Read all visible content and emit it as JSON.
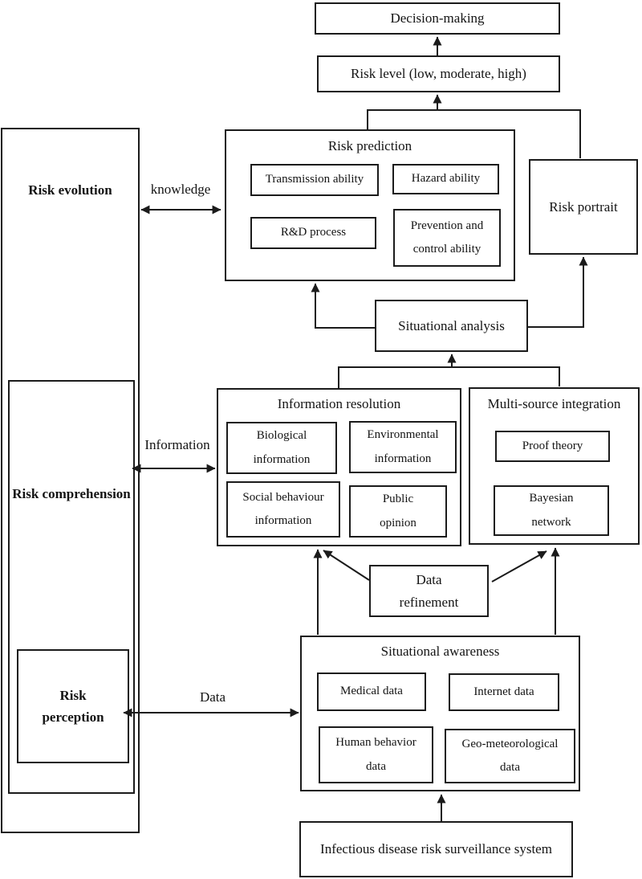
{
  "boxes": {
    "decision_making": "Decision-making",
    "risk_level": "Risk level (low, moderate, high)",
    "risk_prediction": {
      "title": "Risk prediction",
      "transmission_ability": "Transmission ability",
      "hazard_ability": "Hazard ability",
      "rd_process": "R&D process",
      "prevention_control": "Prevention and control ability"
    },
    "risk_portrait": "Risk portrait",
    "situational_analysis": "Situational analysis",
    "information_resolution": {
      "title": "Information resolution",
      "biological": "Biological information",
      "environmental": "Environmental information",
      "social_behaviour": "Social behaviour information",
      "public_opinion": "Public opinion"
    },
    "multi_source_integration": {
      "title": "Multi-source integration",
      "proof_theory": "Proof theory",
      "bayesian_network": "Bayesian network"
    },
    "data_refinement": "Data refinement",
    "situational_awareness": {
      "title": "Situational awareness",
      "medical_data": "Medical data",
      "internet_data": "Internet data",
      "human_behavior_data": "Human behavior data",
      "geo_meteorological_data": "Geo-meteorological data"
    },
    "surveillance_system": "Infectious disease risk surveillance system",
    "risk_evolution": "Risk evolution",
    "risk_comprehension": "Risk comprehension",
    "risk_perception": "Risk perception"
  },
  "edge_labels": {
    "knowledge": "knowledge",
    "information": "Information",
    "data": "Data"
  },
  "colors": {
    "line": "#1b1b1b",
    "text": "#141414",
    "background": "#ffffff"
  }
}
